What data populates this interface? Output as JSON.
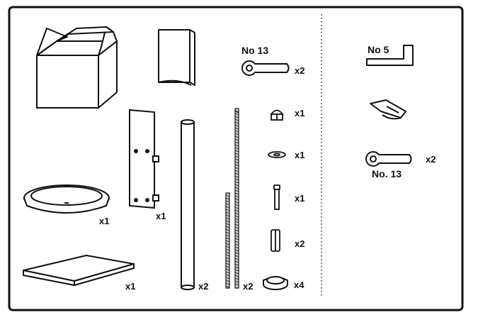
{
  "panel": {
    "items": [
      {
        "name": "cardboard-box"
      },
      {
        "name": "instruction-booklet"
      },
      {
        "name": "eye-bolt",
        "label": "No 13",
        "qty": "x2"
      },
      {
        "name": "cap-nut",
        "qty": "x1"
      },
      {
        "name": "washer",
        "qty": "x1"
      },
      {
        "name": "bolt",
        "qty": "x1"
      },
      {
        "name": "spacer",
        "qty": "x2"
      },
      {
        "name": "mounting-bracket",
        "qty": "x1"
      },
      {
        "name": "round-tray",
        "qty": "x1"
      },
      {
        "name": "pole",
        "qty": "x2"
      },
      {
        "name": "threaded-rod",
        "qty": "x2"
      },
      {
        "name": "rubber-foot",
        "qty": "x4"
      },
      {
        "name": "flat-board",
        "qty": "x1"
      }
    ],
    "tools": [
      {
        "name": "allen-key",
        "label": "No 5"
      },
      {
        "name": "screwdriver-bit"
      },
      {
        "name": "spanner",
        "label": "No. 13",
        "qty": "x2"
      }
    ]
  }
}
